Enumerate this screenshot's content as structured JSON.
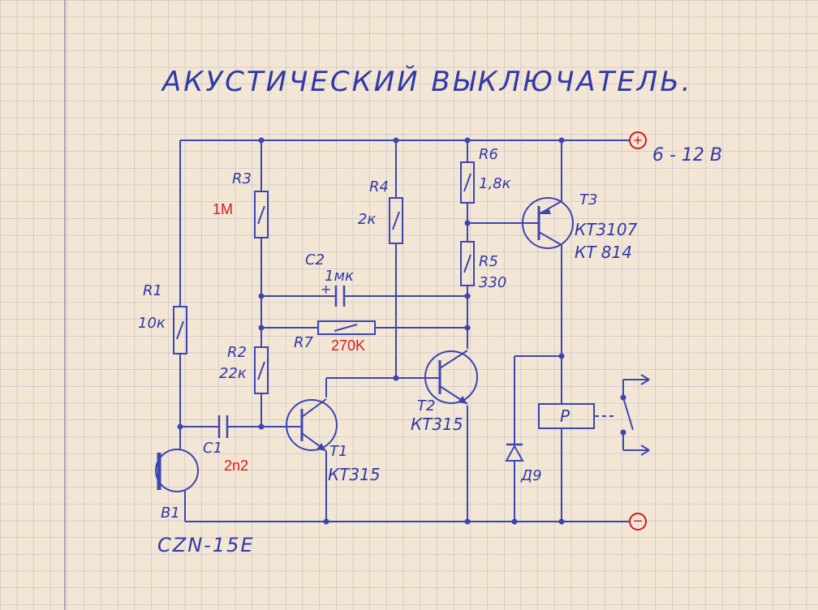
{
  "title": "АКУСТИЧЕСКИЙ ВЫКЛЮЧАТЕЛЬ.",
  "supply": {
    "plus": "+",
    "voltage": "6 - 12 В",
    "minus": "−"
  },
  "components": {
    "R1": {
      "ref": "R1",
      "value": "10к"
    },
    "R2": {
      "ref": "R2",
      "value": "22к"
    },
    "R3": {
      "ref": "R3",
      "value_added": "1M"
    },
    "R4": {
      "ref": "R4",
      "value": "2к"
    },
    "R5": {
      "ref": "R5",
      "value": "330"
    },
    "R6": {
      "ref": "R6",
      "value": "1,8к"
    },
    "R7": {
      "ref": "R7",
      "value_added": "270K"
    },
    "C1": {
      "ref": "C1",
      "value_added": "2n2"
    },
    "C2": {
      "ref": "C2",
      "value": "1мк",
      "polarity": "+"
    },
    "T1": {
      "ref": "T1",
      "type": "КТ315"
    },
    "T2": {
      "ref": "T2",
      "type": "КТ315"
    },
    "T3": {
      "ref": "T3",
      "type1": "КТ3107",
      "type2": "КТ 814"
    },
    "P": {
      "ref": "P"
    },
    "D": {
      "ref": "Д9"
    },
    "B1": {
      "ref": "B1",
      "type": "CZN-15E"
    }
  },
  "colors": {
    "paper": "#f3e6d4",
    "grid": "#b9b7c8",
    "ink": "#3b46b4",
    "annotation": "#d41a1a"
  }
}
